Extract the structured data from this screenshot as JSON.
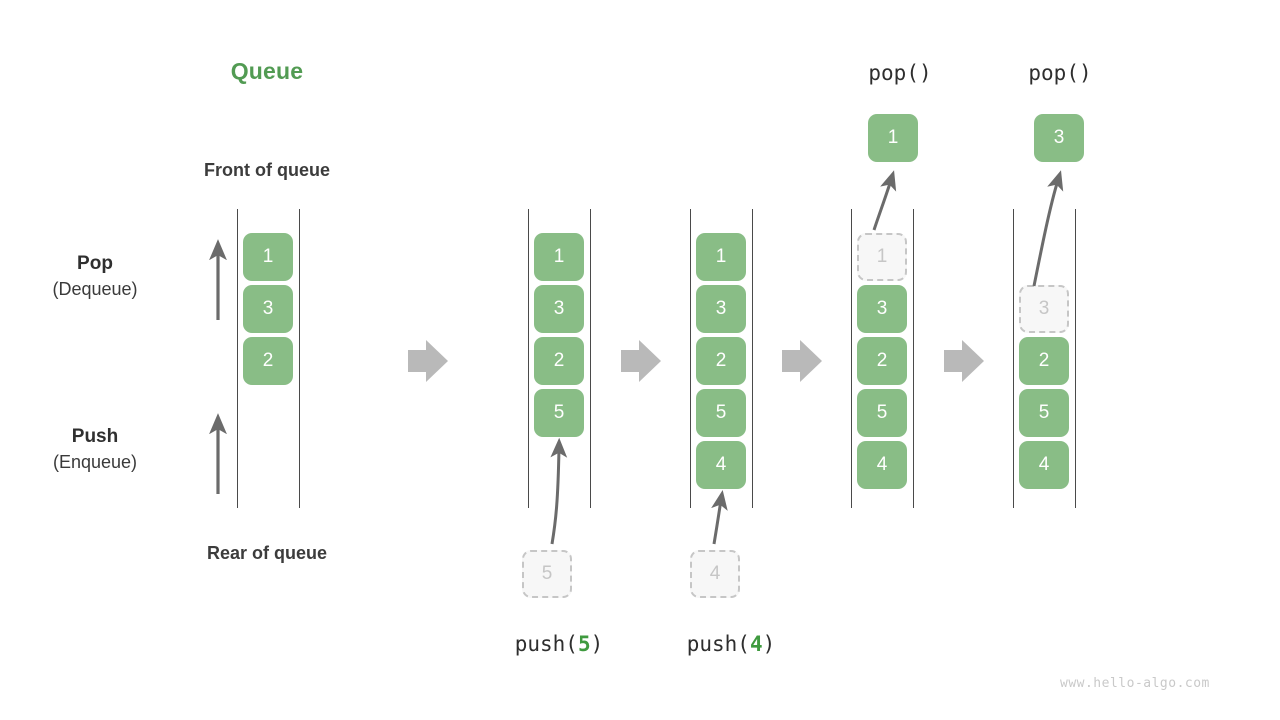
{
  "title": "Queue",
  "labels": {
    "front_of_queue": "Front of queue",
    "rear_of_queue": "Rear of queue",
    "pop_name": "Pop",
    "pop_alt": "(Dequeue)",
    "push_name": "Push",
    "push_alt": "(Enqueue)"
  },
  "watermark": "www.hello-algo.com",
  "colors": {
    "accent_green": "#529b53",
    "box_green": "#89bd86",
    "ghost_gray": "#c6c6c6",
    "rail": "#4a4a4a",
    "arrow_gray": "#6b6b6b",
    "step_arrow": "#b9b9b9"
  },
  "columns": [
    {
      "id": "initial",
      "caption": "",
      "caption_num": "",
      "popped_label": "",
      "popped_value": "",
      "items": [
        {
          "value": "1",
          "state": "filled"
        },
        {
          "value": "3",
          "state": "filled"
        },
        {
          "value": "2",
          "state": "filled"
        }
      ],
      "incoming": null
    },
    {
      "id": "push-5",
      "caption": "push(",
      "caption_num": "5",
      "caption_end": ")",
      "popped_label": "",
      "popped_value": "",
      "items": [
        {
          "value": "1",
          "state": "filled"
        },
        {
          "value": "3",
          "state": "filled"
        },
        {
          "value": "2",
          "state": "filled"
        },
        {
          "value": "5",
          "state": "filled"
        }
      ],
      "incoming": {
        "value": "5",
        "state": "ghost"
      }
    },
    {
      "id": "push-4",
      "caption": "push(",
      "caption_num": "4",
      "caption_end": ")",
      "popped_label": "",
      "popped_value": "",
      "items": [
        {
          "value": "1",
          "state": "filled"
        },
        {
          "value": "3",
          "state": "filled"
        },
        {
          "value": "2",
          "state": "filled"
        },
        {
          "value": "5",
          "state": "filled"
        },
        {
          "value": "4",
          "state": "filled"
        }
      ],
      "incoming": {
        "value": "4",
        "state": "ghost"
      }
    },
    {
      "id": "pop-1",
      "caption": "",
      "caption_num": "",
      "popped_label": "pop()",
      "popped_value": "1",
      "items": [
        {
          "value": "1",
          "state": "ghost"
        },
        {
          "value": "3",
          "state": "filled"
        },
        {
          "value": "2",
          "state": "filled"
        },
        {
          "value": "5",
          "state": "filled"
        },
        {
          "value": "4",
          "state": "filled"
        }
      ],
      "incoming": null
    },
    {
      "id": "pop-3",
      "caption": "",
      "caption_num": "",
      "popped_label": "pop()",
      "popped_value": "3",
      "items": [
        {
          "value": "3",
          "state": "ghost"
        },
        {
          "value": "2",
          "state": "filled"
        },
        {
          "value": "5",
          "state": "filled"
        },
        {
          "value": "4",
          "state": "filled"
        }
      ],
      "items_start_slot": 1,
      "incoming": null
    }
  ],
  "step_arrows": 4
}
